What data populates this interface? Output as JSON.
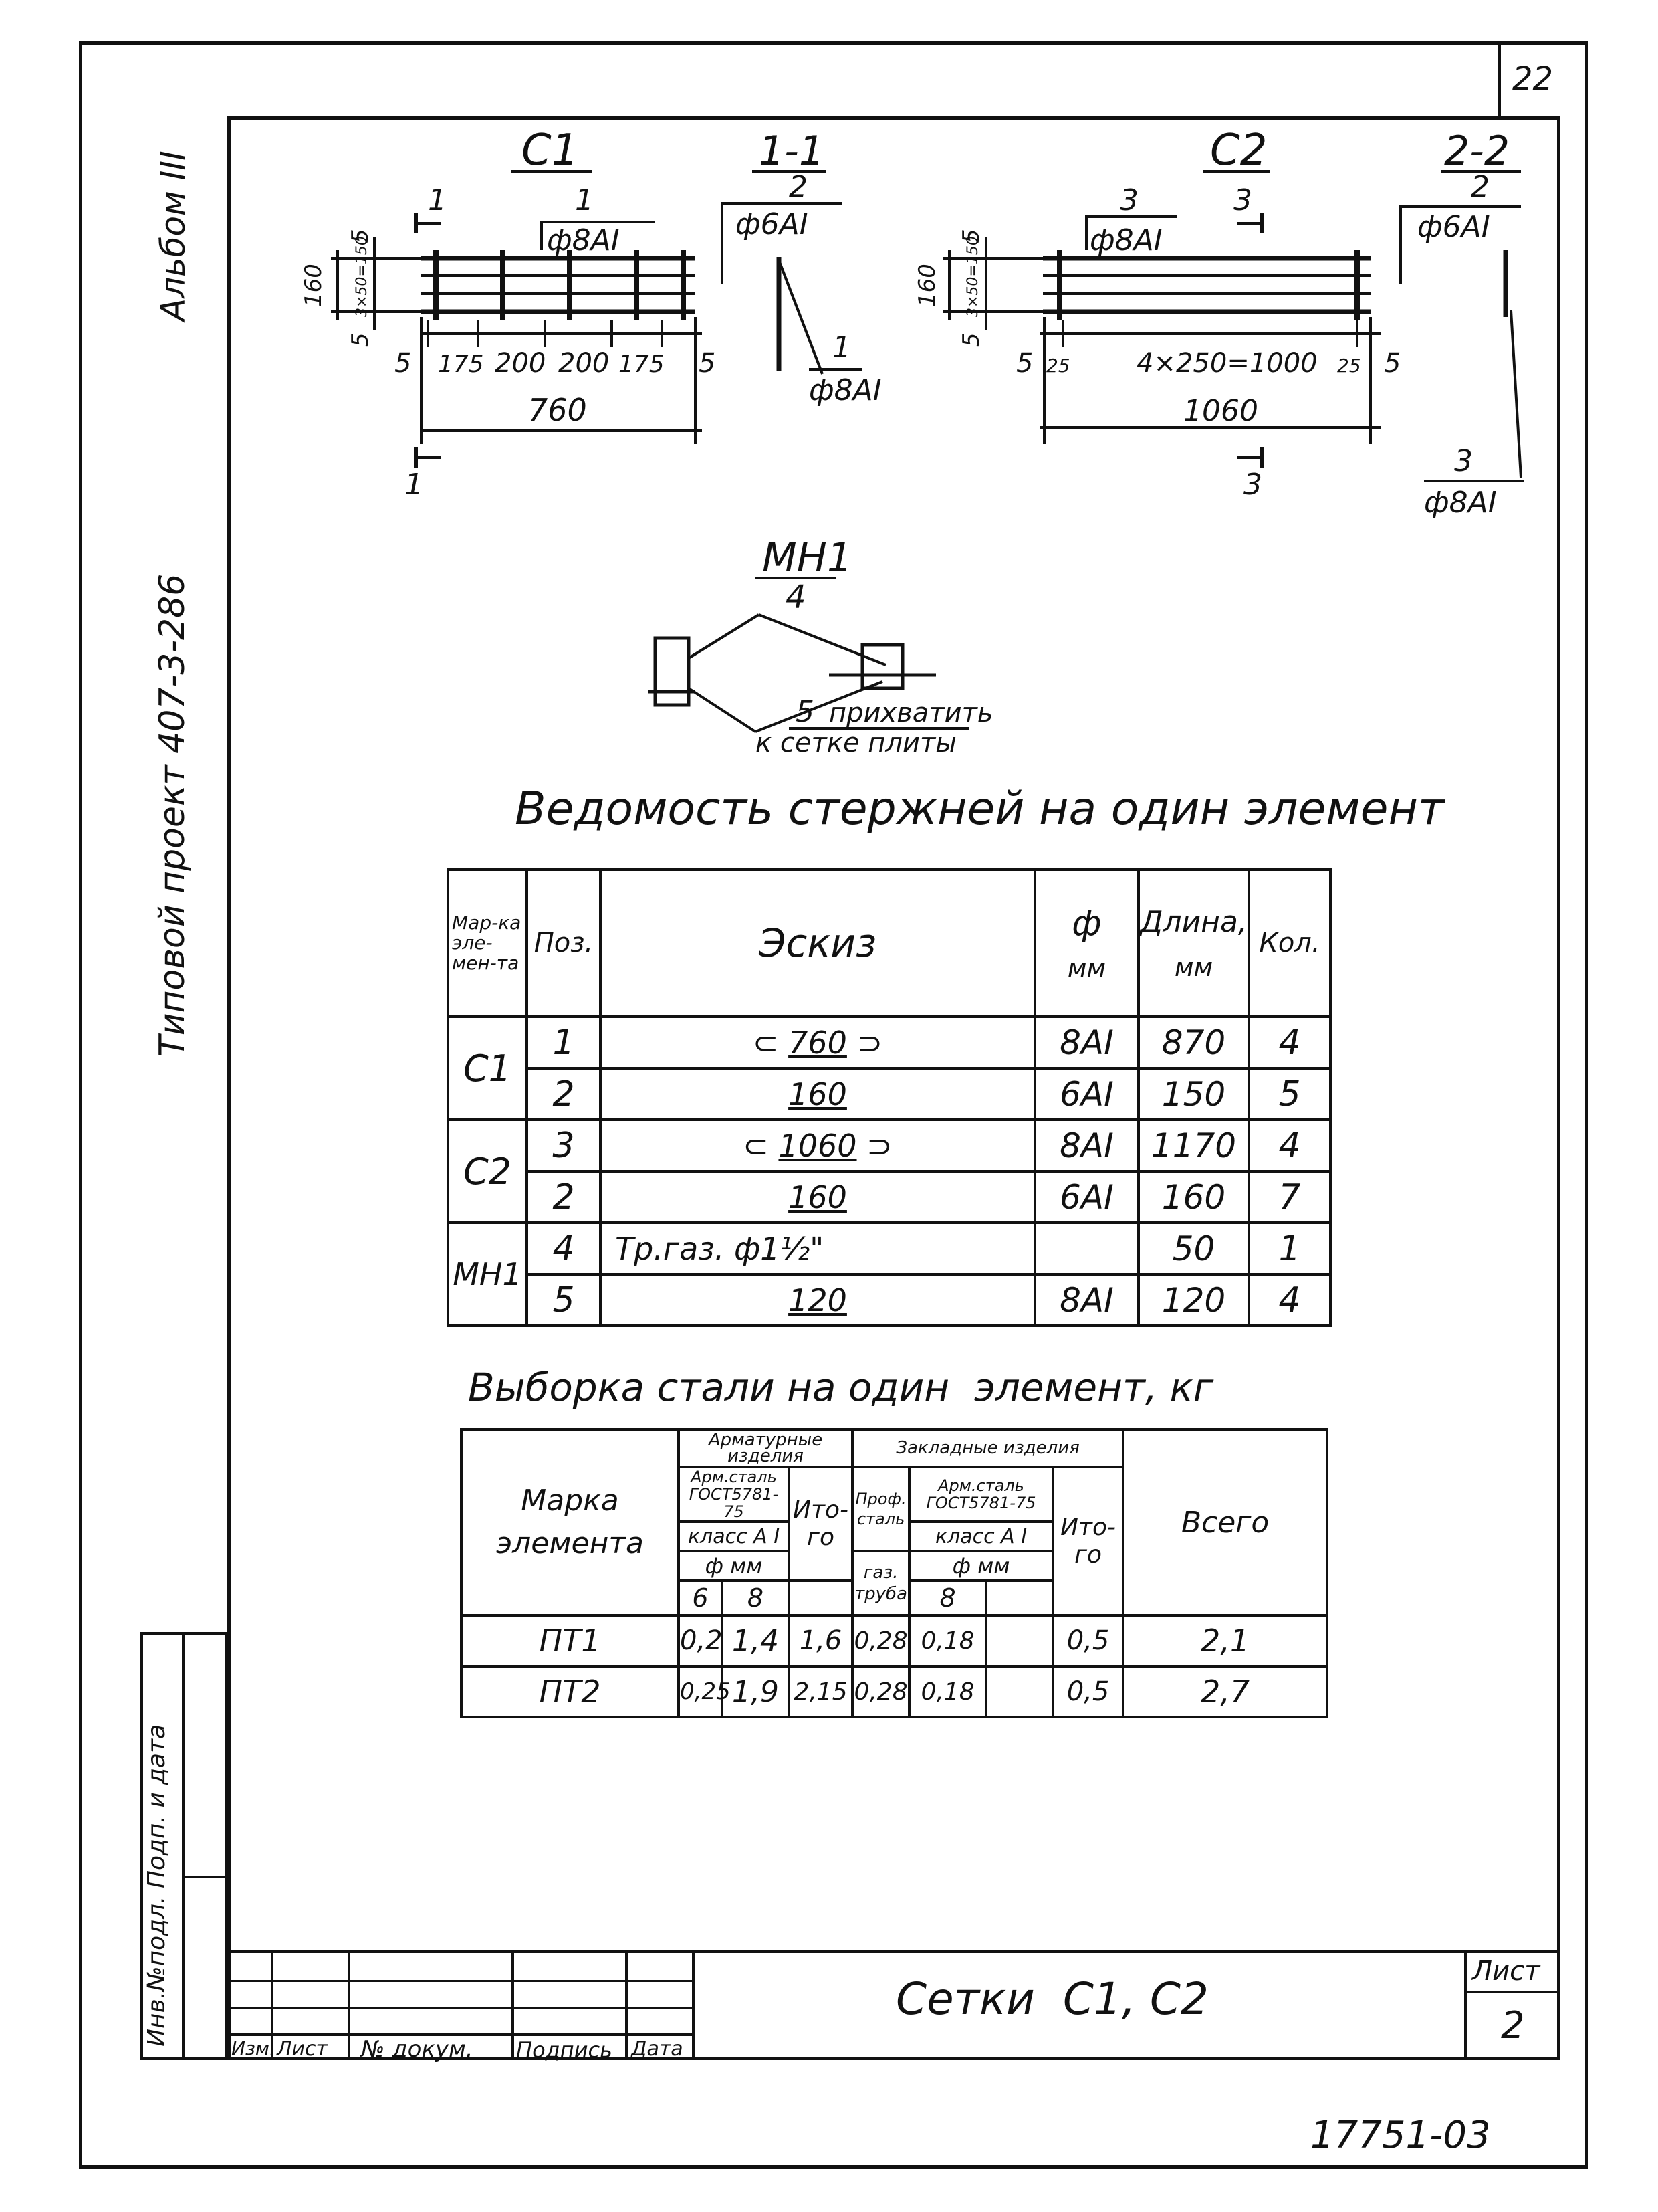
{
  "sheet_number_top": "22",
  "side_texts": {
    "album": "Альбом III",
    "project": "Типовой проект 407-3-286",
    "stamp_label": "Инв.№подл. Подп. и дата"
  },
  "drawings": {
    "c1": {
      "title": "С1",
      "section": "1-1",
      "section_mark": "1",
      "pos1_label": "1",
      "pos1_bar": "ф8АI",
      "pos2_label": "2",
      "pos2_bar": "ф6АI",
      "dim_height": "160",
      "dim_inner": "3×50=150",
      "dim_5": "5",
      "dims_bottom": [
        "5",
        "175",
        "200",
        "200",
        "175",
        "5"
      ],
      "dim_total": "760"
    },
    "c2": {
      "title": "С2",
      "section": "2-2",
      "section_mark": "3",
      "pos3_label": "3",
      "pos3_bar": "ф8АI",
      "pos2_label": "2",
      "pos2_bar": "ф6АI",
      "dim_height": "160",
      "dim_inner": "3×50=150",
      "dim_5": "5",
      "dims_bottom": [
        "5",
        "25",
        "4×250=1000",
        "25",
        "5"
      ],
      "dim_total": "1060"
    },
    "mn1": {
      "title": "МН1",
      "pos": "4",
      "note_pos": "5",
      "note_line1": "прихватить",
      "note_line2": "к сетке   плиты"
    }
  },
  "bars_table": {
    "title": "Ведомость стержней на один элемент",
    "headers": {
      "mark": "Мар-ка эле-мен-та",
      "pos": "Поз.",
      "sketch": "Эскиз",
      "dia": "ф",
      "dia_unit": "мм",
      "len": "Длина,",
      "len_unit": "мм",
      "qty": "Кол."
    },
    "rows": [
      {
        "mark": "С1",
        "pos": "1",
        "sketch": "760",
        "dia": "8АI",
        "len": "870",
        "qty": "4"
      },
      {
        "mark": "",
        "pos": "2",
        "sketch": "160",
        "dia": "6АI",
        "len": "150",
        "qty": "5"
      },
      {
        "mark": "С2",
        "pos": "3",
        "sketch": "1060",
        "dia": "8АI",
        "len": "1170",
        "qty": "4"
      },
      {
        "mark": "",
        "pos": "2",
        "sketch": "160",
        "dia": "6АI",
        "len": "160",
        "qty": "7"
      },
      {
        "mark": "МН1",
        "pos": "4",
        "sketch": "Тр.газ. ф1½\"",
        "dia": "",
        "len": "50",
        "qty": "1"
      },
      {
        "mark": "",
        "pos": "5",
        "sketch": "120",
        "dia": "8АI",
        "len": "120",
        "qty": "4"
      }
    ]
  },
  "steel_table": {
    "title": "Выборка стали на один  элемент, кг",
    "headers": {
      "mark": "Марка элемента",
      "armature": "Арматурные изделия",
      "embedded": "Закладные изделия",
      "arm_steel": "Арм.сталь ГОСТ5781-75",
      "class": "класс А I",
      "dia_mm": "ф  мм",
      "total": "Ито-го",
      "prof": "Проф. сталь",
      "gas": "газ. труба",
      "grand": "Всего",
      "d6": "6",
      "d8": "8",
      "d8b": "8"
    },
    "rows": [
      {
        "mark": "ПТ1",
        "a6": "0,2",
        "a8": "1,4",
        "at": "1,6",
        "gas": "0,28",
        "e8": "0,18",
        "e_empty": "",
        "et": "0,5",
        "all": "2,1"
      },
      {
        "mark": "ПТ2",
        "a6": "0,25",
        "a8": "1,9",
        "at": "2,15",
        "gas": "0,28",
        "e8": "0,18",
        "e_empty": "",
        "et": "0,5",
        "all": "2,7"
      }
    ]
  },
  "title_block": {
    "labels": [
      "Изм.",
      "Лист",
      "№ докум.",
      "Подпись",
      "Дата"
    ],
    "title": "Сетки  С1, С2",
    "sheet_label": "Лист",
    "sheet_no": "2"
  },
  "doc_number": "17751-03"
}
